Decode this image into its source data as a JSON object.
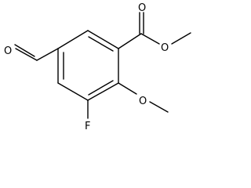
{
  "molecule": {
    "atoms": {
      "aldehyde_oxygen": "O",
      "carbonyl_oxygen": "O",
      "ester_oxygen": "O",
      "methoxy_oxygen": "O",
      "fluorine": "F"
    },
    "colors": {
      "bond": "#000000",
      "label": "#000000",
      "background": "#ffffff"
    }
  }
}
